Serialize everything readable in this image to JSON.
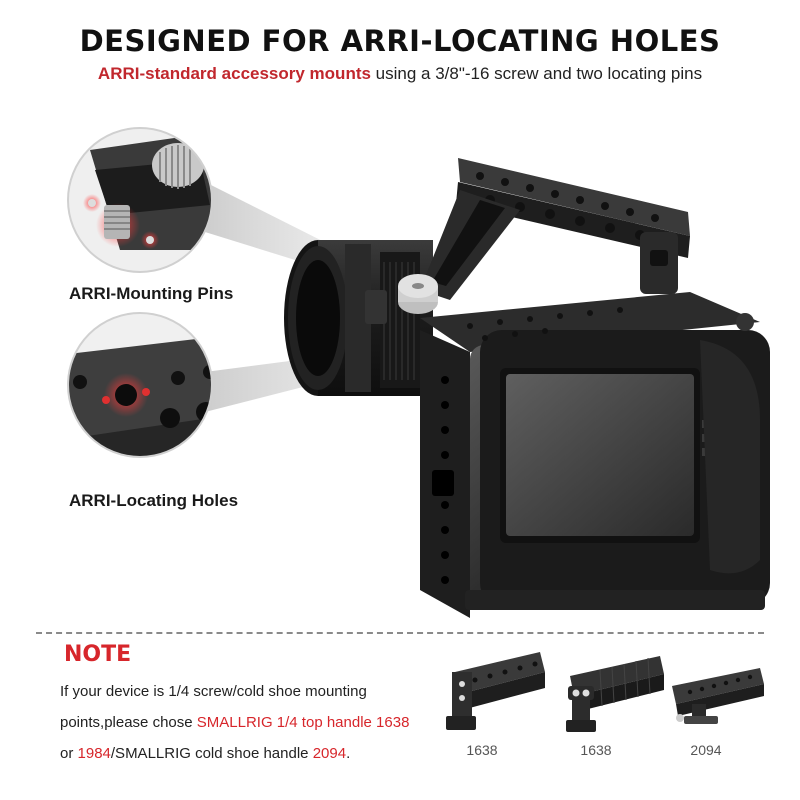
{
  "header": {
    "title": "DESIGNED FOR ARRI-LOCATING HOLES",
    "subtitle_accent": "ARRI-standard accessory mounts",
    "subtitle_rest": " using a 3/8\"-16 screw and two locating pins"
  },
  "callouts": [
    {
      "label": "ARRI-Mounting Pins"
    },
    {
      "label": "ARRI-Locating Holes"
    }
  ],
  "note": {
    "title": "NOTE",
    "segments": [
      {
        "text": "If your device is 1/4 screw/cold shoe mounting points,please chose ",
        "highlight": false
      },
      {
        "text": "SMALLRIG 1/4 top handle 1638",
        "highlight": true
      },
      {
        "text": " or ",
        "highlight": false
      },
      {
        "text": "1984",
        "highlight": true
      },
      {
        "text": "/SMALLRIG cold shoe handle ",
        "highlight": false
      },
      {
        "text": "2094",
        "highlight": true
      },
      {
        "text": ".",
        "highlight": false
      }
    ]
  },
  "handles": [
    {
      "caption": "1638"
    },
    {
      "caption": "1638"
    },
    {
      "caption": "2094"
    }
  ],
  "colors": {
    "accent": "#d7262b",
    "subtitle_accent": "#c1272d",
    "metal_dark": "#2b2b2b"
  }
}
